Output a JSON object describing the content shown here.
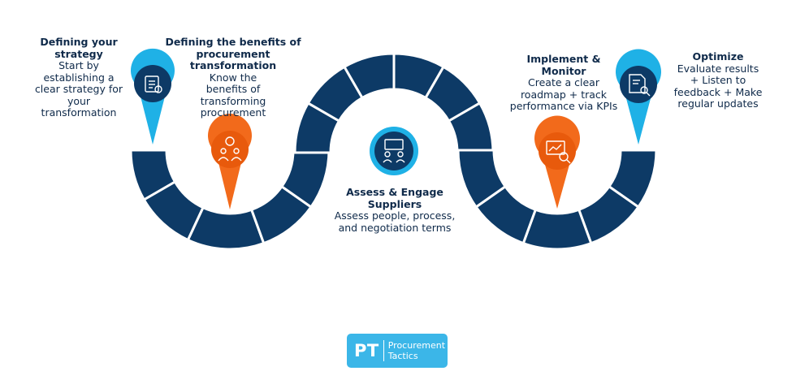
{
  "steps": [
    {
      "heading": "Defining your strategy",
      "body": "Start by establishing a clear strategy for your transformation",
      "color": "#1fb1e6",
      "icon": "strategy-clipboard-icon"
    },
    {
      "heading": "Defining the benefits of procurement transformation",
      "body": "Know the benefits of transforming procurement",
      "color": "#f26a1b",
      "icon": "team-benefits-icon"
    },
    {
      "heading": "Assess & Engage Suppliers",
      "body": "Assess people, process, and negotiation terms",
      "color": "#1fb1e6",
      "icon": "presentation-meeting-icon"
    },
    {
      "heading": "Implement & Monitor",
      "body": "Create a clear roadmap + track performance via KPIs",
      "color": "#f26a1b",
      "icon": "chart-magnifier-icon"
    },
    {
      "heading": "Optimize",
      "body": "Evaluate results + Listen to feedback + Make regular updates",
      "color": "#1fb1e6",
      "icon": "document-magnifier-icon"
    }
  ],
  "colors": {
    "wave": "#0d3a66",
    "wave_dark": "#092a4c",
    "accent_blue": "#1fb1e6",
    "accent_orange": "#f26a1b"
  },
  "logo": {
    "mark": "PT",
    "line1": "Procurement",
    "line2": "Tactics"
  }
}
